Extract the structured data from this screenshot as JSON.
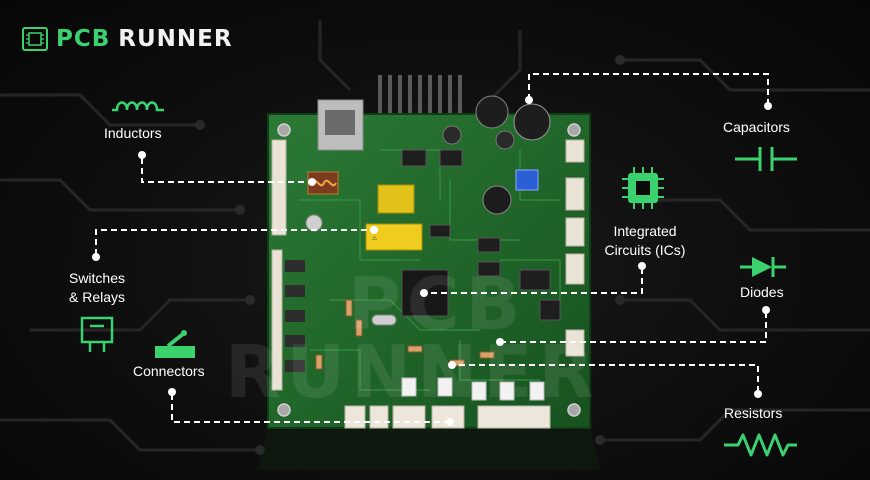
{
  "brand": {
    "word1": "PCB",
    "word2": "RUNNER"
  },
  "watermark": {
    "line1": "PCB",
    "line2": "RUNNER"
  },
  "colors": {
    "accent_green": "#3bd16f",
    "board_green": "#1f6b2c",
    "connector_line": "#ffffff",
    "background": "#0b0b0b"
  },
  "labels": {
    "inductors": "Inductors",
    "capacitors": "Capacitors",
    "switches_line1": "Switches",
    "switches_line2": "& Relays",
    "ics_line1": "Integrated",
    "ics_line2": "Circuits (ICs)",
    "diodes": "Diodes",
    "connectors": "Connectors",
    "resistors": "Resistors"
  },
  "icons": {
    "inductors": "inductor-coil-icon",
    "capacitors": "capacitor-icon",
    "switches": "relay-switch-icon",
    "ics": "chip-icon",
    "diodes": "diode-icon",
    "connectors": "switch-connector-icon",
    "resistors": "resistor-icon"
  }
}
